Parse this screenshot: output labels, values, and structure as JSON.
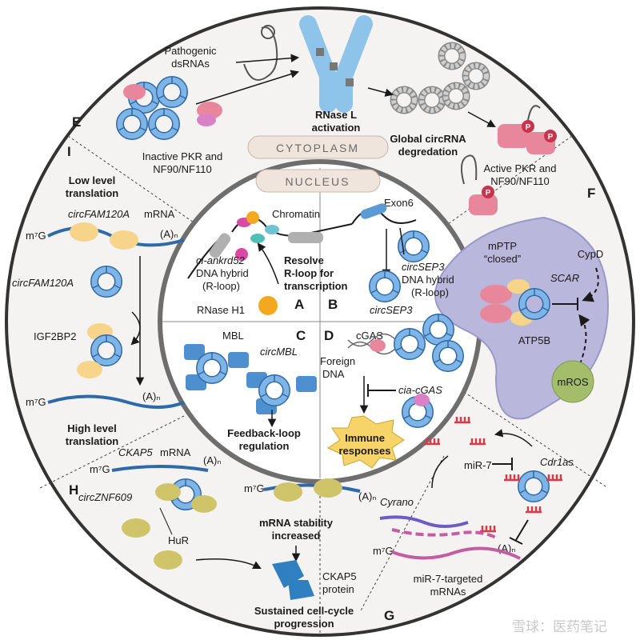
{
  "colors": {
    "ring_blue": "#5b9bd5",
    "ring_blue_dark": "#2e6aa8",
    "pink": "#e8879b",
    "yellow": "#f6d58a",
    "olive": "#d0c46b",
    "mito": "#b9b8dc",
    "starburst": "#f7d46a",
    "outer_circle_border": "#333333",
    "inner_circle_border": "#6e6e6e"
  },
  "labels": {
    "cytoplasm": "CYTOPLASM",
    "nucleus": "NUCLEUS",
    "watermark": "雪球：医药笔记"
  },
  "sections": {
    "A": {
      "letter": "A",
      "chromatin": "Chromatin",
      "circ_hybrid_1": "ci-ankrd52",
      "circ_hybrid_2": "DNA hybrid",
      "circ_hybrid_3": "(R-loop)",
      "resolve_1": "Resolve",
      "resolve_2": "R-loop for",
      "resolve_3": "transcription",
      "rnase": "RNase H1"
    },
    "B": {
      "letter": "B",
      "exon": "Exon6",
      "hybrid_1": "circSEP3",
      "hybrid_2": "DNA hybrid",
      "hybrid_3": "(R-loop)",
      "circ": "circSEP3"
    },
    "C": {
      "letter": "C",
      "mbl": "MBL",
      "circ": "circMBL",
      "feedback_1": "Feedback-loop",
      "feedback_2": "regulation"
    },
    "D": {
      "letter": "D",
      "cgas": "cGAS",
      "foreign_1": "Foreign",
      "foreign_2": "DNA",
      "cia": "cia-cGAS",
      "immune_1": "Immune",
      "immune_2": "responses"
    },
    "E": {
      "letter": "E",
      "pathogenic_1": "Pathogenic",
      "pathogenic_2": "dsRNAs",
      "rnase_1": "RNase L",
      "rnase_2": "activation",
      "global_1": "Global circRNA",
      "global_2": "degredation",
      "inactive_1": "Inactive PKR and",
      "inactive_2": "NF90/NF110",
      "active_1": "Active PKR and",
      "active_2": "NF90/NF110",
      "p": "P"
    },
    "F": {
      "letter": "F",
      "mptp_1": "mPTP",
      "mptp_2": "“closed”",
      "cypd": "CypD",
      "scar": "SCAR",
      "atp5b": "ATP5B",
      "mros": "mROS"
    },
    "G": {
      "letter": "G",
      "mir7": "miR-7",
      "cdr1as": "Cdr1as",
      "cyrano": "Cyrano",
      "m7g": "m⁷G",
      "polya": "(A)ₙ",
      "targets_1": "miR-7-targeted",
      "targets_2": "mRNAs"
    },
    "H": {
      "letter": "H",
      "ckap5_mrna_1": "CKAP5",
      "ckap5_mrna_2": "mRNA",
      "circ": "circZNF609",
      "hur": "HuR",
      "m7g": "m⁷G",
      "polya": "(A)ₙ",
      "polya2": "(A)ₙ",
      "stability_1": "mRNA stability",
      "stability_2": "increased",
      "ckap5_1": "CKAP5",
      "ckap5_2": "protein",
      "sustained_1": "Sustained cell-cycle",
      "sustained_2": "progression"
    },
    "I": {
      "letter": "I",
      "low_1": "Low level",
      "low_2": "translation",
      "mrna_1": "circFAM120A",
      "mrna_2": "mRNA",
      "m7g_top": "m⁷G",
      "polya_top": "(A)ₙ",
      "circ": "circFAM120A",
      "igf": "IGF2BP2",
      "m7g_bottom": "m⁷G",
      "polya_bottom": "(A)ₙ",
      "high_1": "High level",
      "high_2": "translation"
    }
  }
}
